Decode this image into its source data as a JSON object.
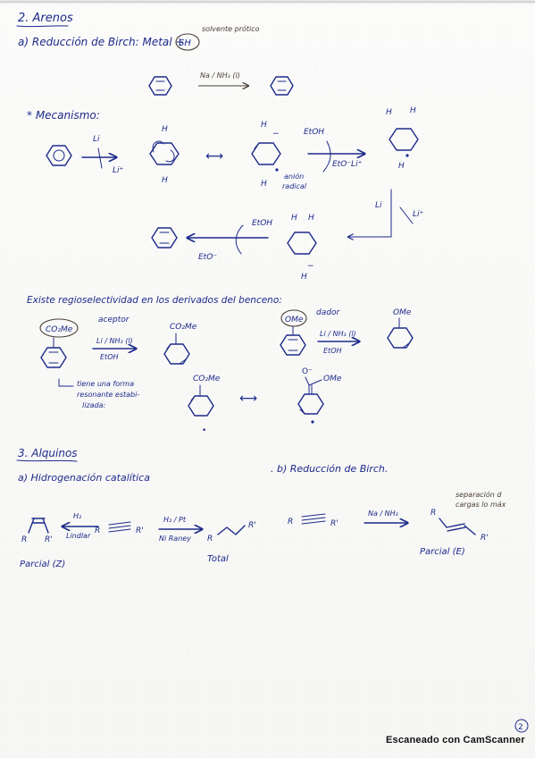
{
  "notes": {
    "alkenes": {
      "heading": "2. Arenos",
      "birch_title": "a) Reducción de Birch: Metal +",
      "proton_source_circled": "SH",
      "proton_source_note": "solvente prótico",
      "reagent_top": "Na / NH₃ (l)",
      "mechanism_label": "* Mecanismo:",
      "h_label": "H",
      "li_label": "Li",
      "li_plus": "Li⁺",
      "radical_anion_note": [
        "anión",
        "radical"
      ],
      "etoh": "EtOH",
      "etoli": "EtO⁻Li⁺",
      "eto_minus": "EtO⁻",
      "regio_title": "Existe regioselectividad en los derivados del benceno:",
      "acceptor_group": "CO₂Me",
      "acceptor_note": "aceptor",
      "donor_group": "OMe",
      "donor_note": "dador",
      "reagent_li_nh3": "Li / NH₃ (l)",
      "note_resonance": [
        "tiene una forma",
        "resonante estabi-",
        "lizada:"
      ],
      "ester_carbonyl": "OMe"
    },
    "alkynes": {
      "heading": "3. Alquinos",
      "hydrogenation_title": "a) Hidrogenación catalítica",
      "birch_title": ". b) Reducción de Birch.",
      "r_label": "R",
      "r_prime": "R'",
      "h2": "H₂",
      "lindlar": "Lindlar",
      "h2_pt": "H₂ / Pt",
      "ni_raney": "Ni Raney",
      "na_nh3": "Na / NH₃",
      "partial_z": "Parcial (Z)",
      "total": "Total",
      "partial_e": "Parcial (E)",
      "charge_note": [
        "separación d",
        "cargas lo máx"
      ]
    },
    "page_number": "2"
  },
  "watermark": "Escaneado con CamScanner"
}
